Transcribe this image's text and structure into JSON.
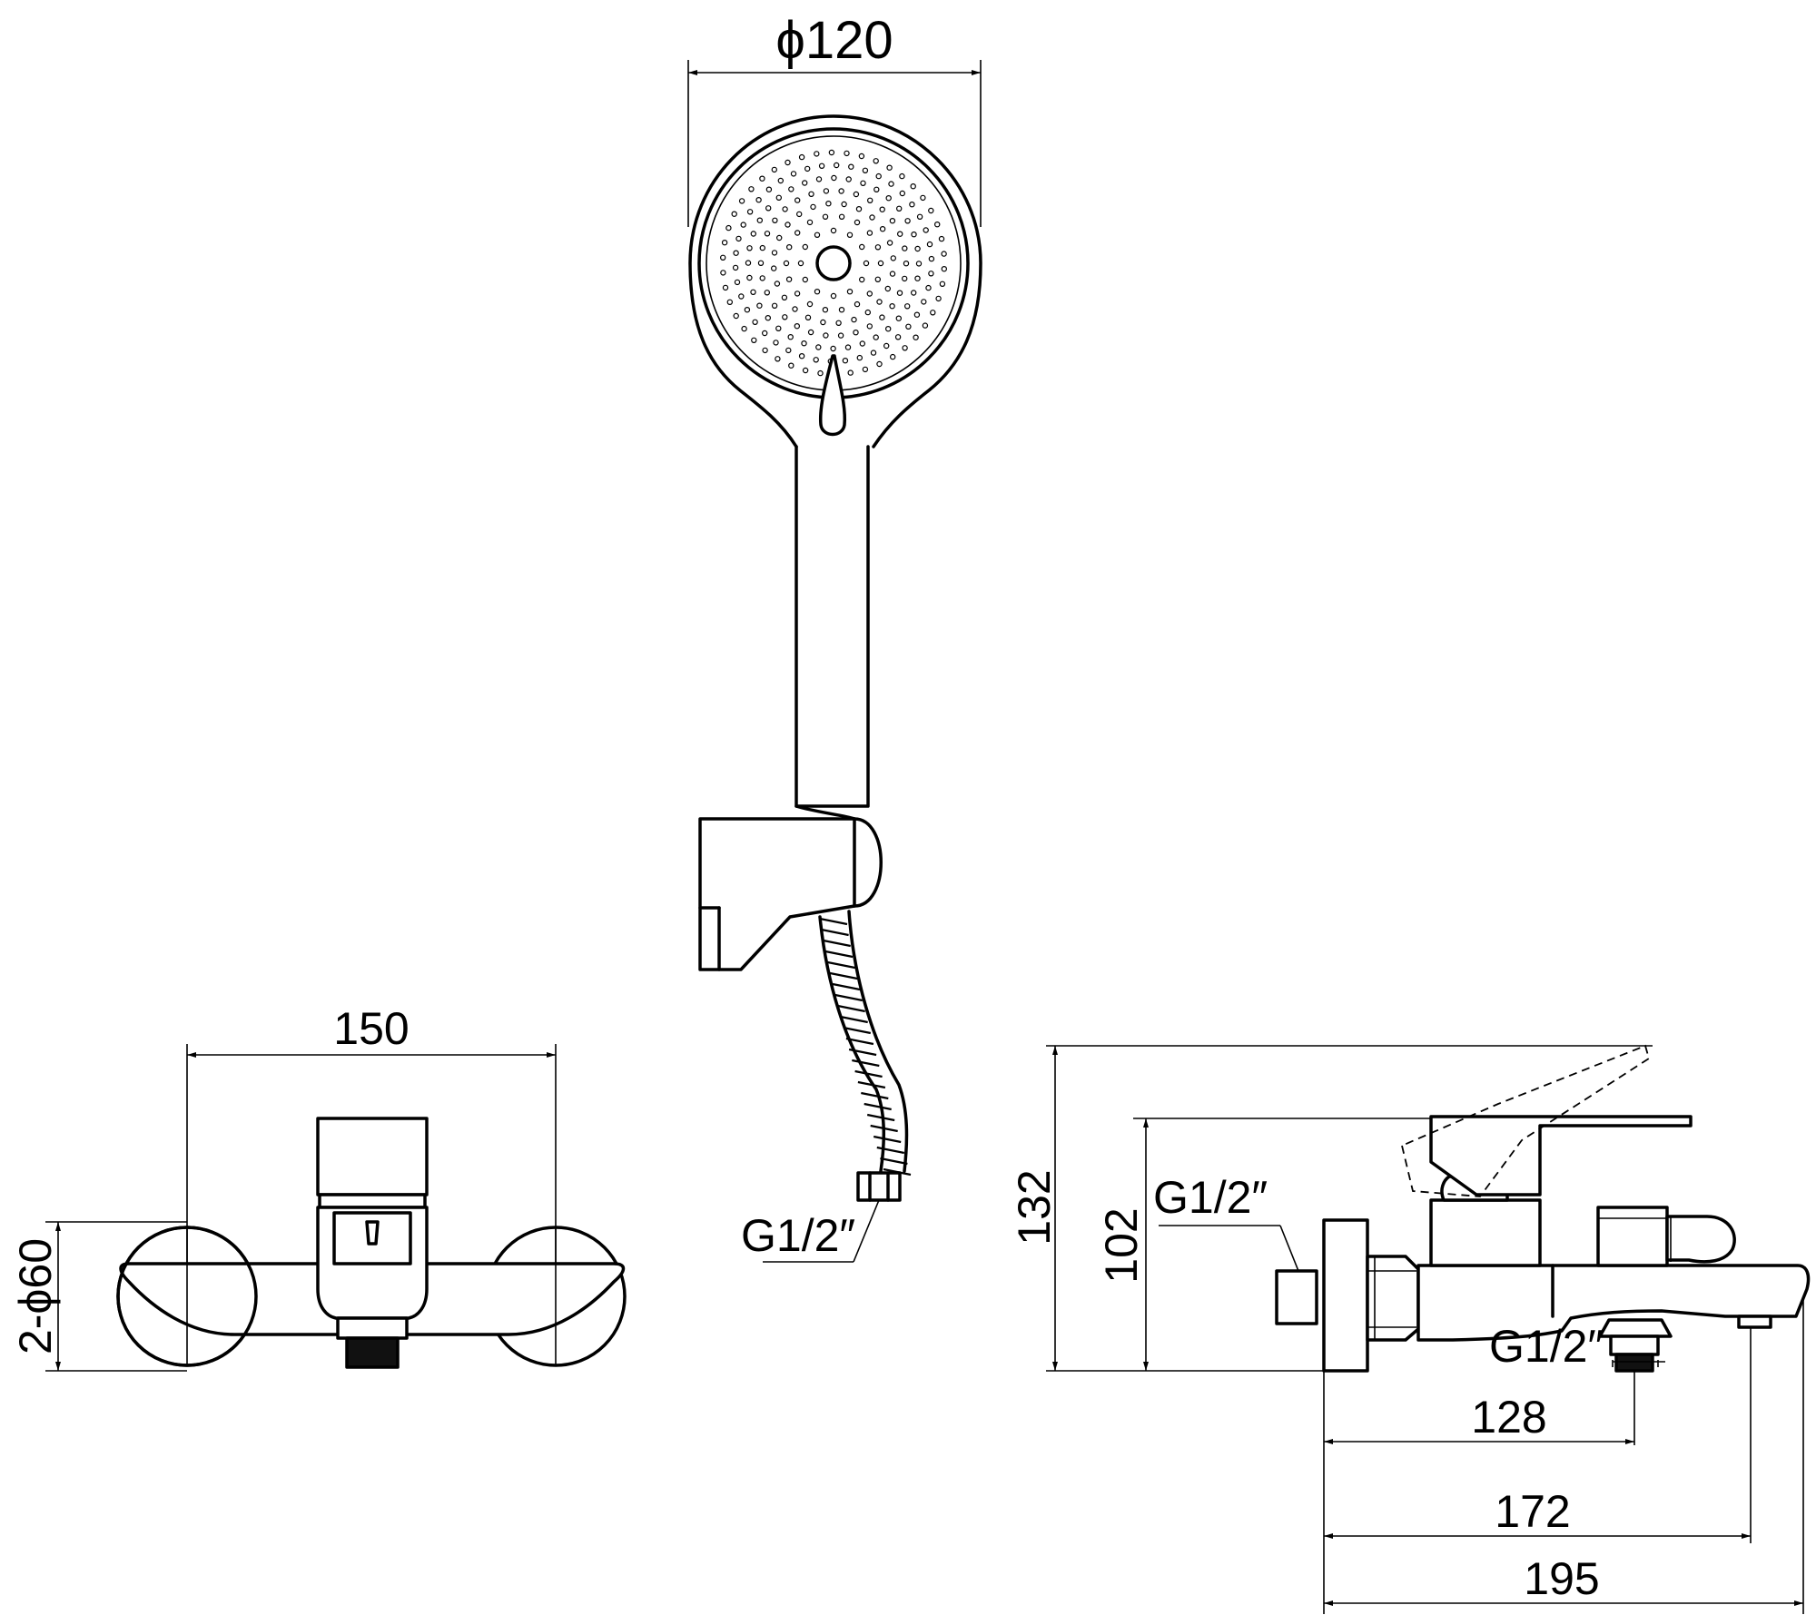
{
  "dimensions": {
    "head_diameter": "ϕ120",
    "width_150": "150",
    "holes": "2-ϕ60",
    "height_132": "132",
    "height_102": "102",
    "len_128": "128",
    "len_172": "172",
    "len_195": "195"
  },
  "threads": {
    "hose": "G1/2″",
    "inlet": "G1/2″",
    "outlet": "G1/2″"
  }
}
